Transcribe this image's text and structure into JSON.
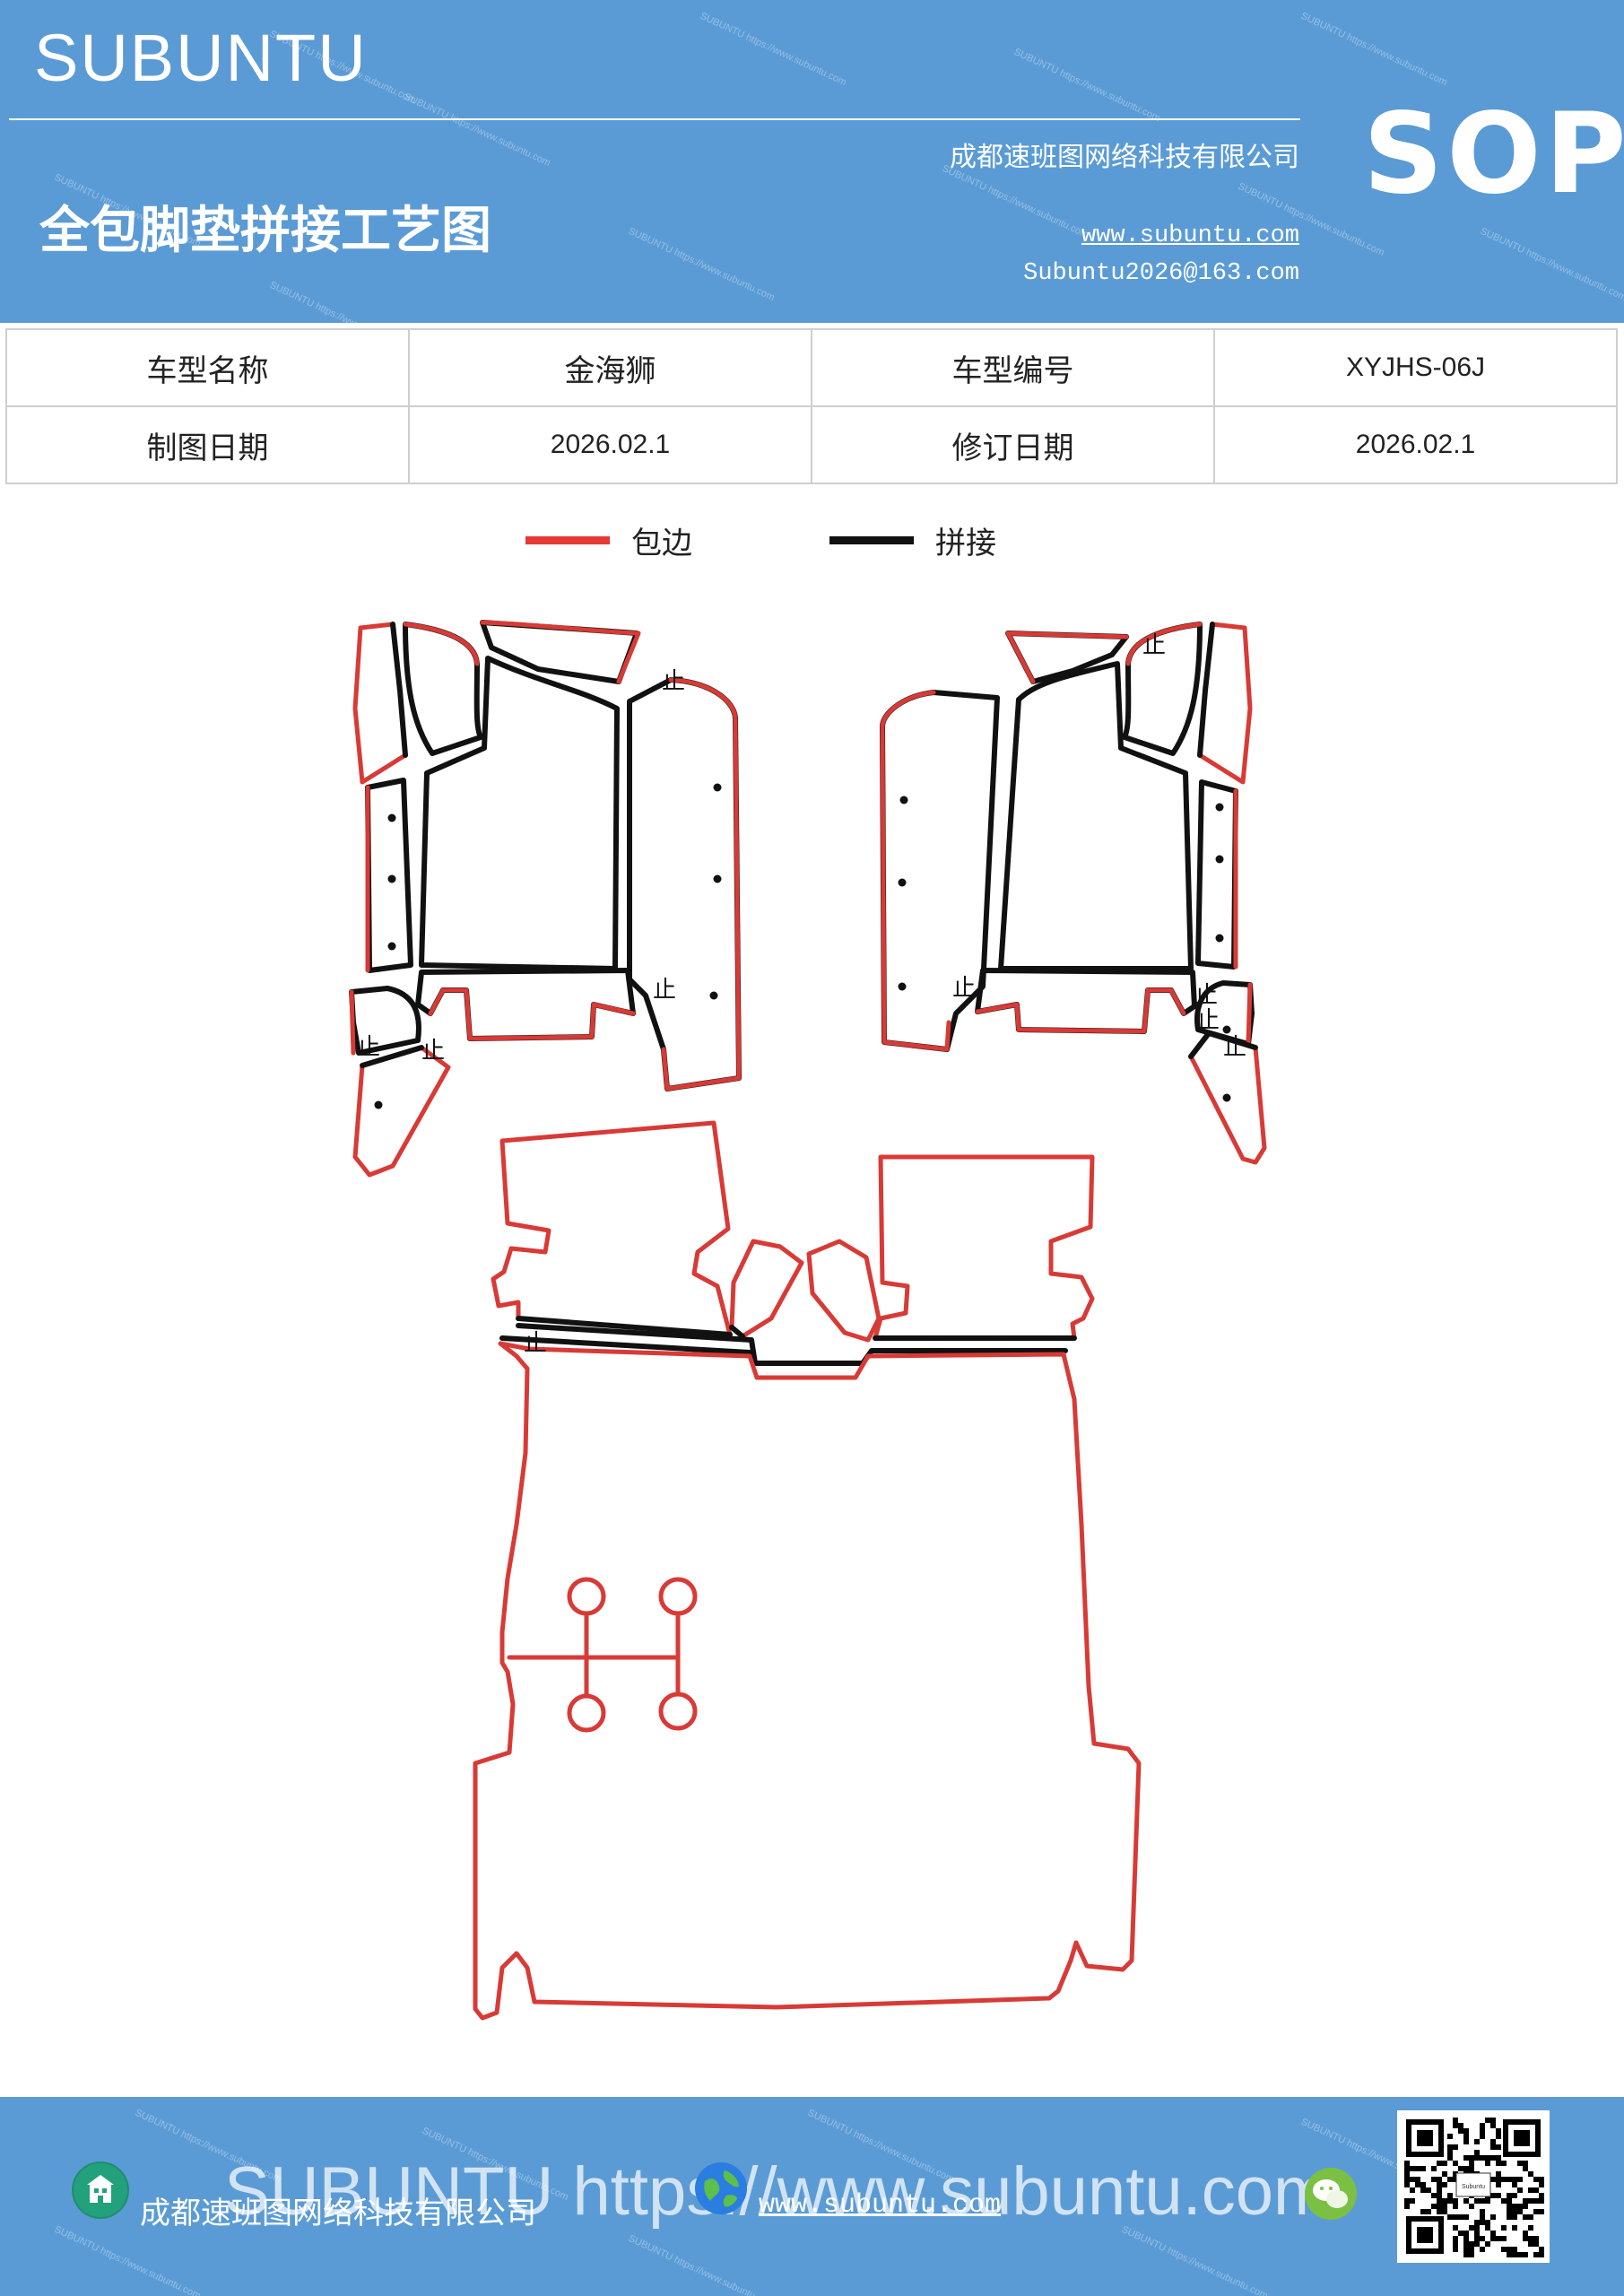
{
  "header": {
    "brand": "SUBUNTU",
    "company": "成都速班图网络科技有限公司",
    "title": "全包脚垫拼接工艺图",
    "website": "www.subuntu.com",
    "email": "Subuntu2026@163.com",
    "badge": "SOP"
  },
  "info_table": {
    "rows": [
      [
        "车型名称",
        "金海狮",
        "车型编号",
        "XYJHS-06J"
      ],
      [
        "制图日期",
        "2026.02.1",
        "修订日期",
        "2026.02.1"
      ]
    ]
  },
  "legend": [
    {
      "label": "包边",
      "color": "#e53935",
      "icon": "red-line-swatch"
    },
    {
      "label": "拼接",
      "color": "#111111",
      "icon": "black-line-swatch"
    }
  ],
  "diagram": {
    "stop_mark": "止",
    "edge_color": "#d83a36",
    "seam_color": "#111111"
  },
  "footer": {
    "company": "成都速班图网络科技有限公司",
    "website": "www.subuntu.com",
    "watermark": "SUBUNTU https://www.subuntu.com",
    "qr_caption": "Subuntu"
  },
  "colors": {
    "brand_blue": "#5b9bd5"
  }
}
